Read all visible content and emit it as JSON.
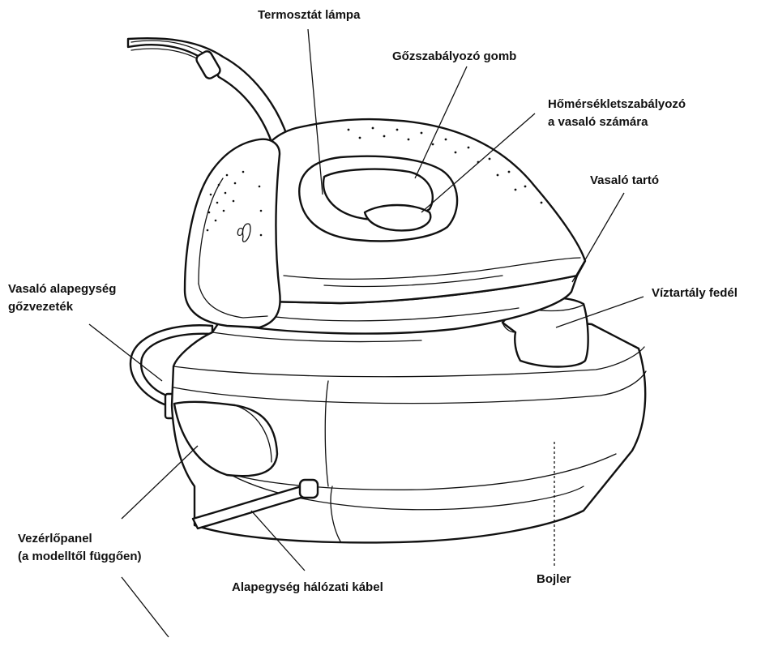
{
  "labels": {
    "thermostat_lamp": "Termosztát lámpa",
    "steam_knob": "Gőzszabályozó gomb",
    "temp_control_1": "Hőmérsékletszabályozó",
    "temp_control_2": "a vasaló számára",
    "iron_rest": "Vasaló tartó",
    "steam_hose_1": "Vasaló alapegység",
    "steam_hose_2": "gőzvezeték",
    "water_tank_cap": "Víztartály fedél",
    "control_panel_1": "Vezérlőpanel",
    "control_panel_2": "(a modelltől függően)",
    "power_cable": "Alapegység hálózati kábel",
    "boiler": "Bojler",
    "dial_mark": "0"
  }
}
